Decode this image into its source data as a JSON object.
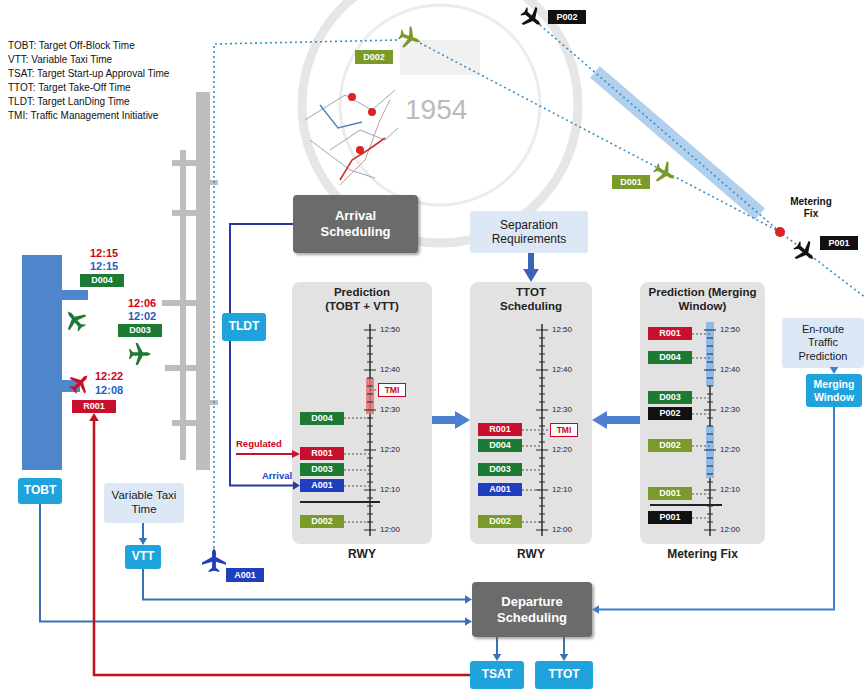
{
  "diagram": {
    "nodes": [
      {
        "text": [
          "P002"
        ]
      },
      {
        "text": [
          "D002"
        ]
      },
      {
        "text": [
          "D001"
        ]
      },
      {
        "text": [
          "P001"
        ]
      },
      {
        "text": [
          "Arrival Scheduling"
        ]
      },
      {
        "text": [
          "Separation Requirements"
        ]
      },
      {
        "text": [
          "D004"
        ]
      },
      {
        "text": [
          "D003"
        ]
      },
      {
        "text": [
          "R001"
        ]
      },
      {
        "text": [
          "TLDT"
        ]
      },
      {
        "text": [
          "Prediction (TOBT + VTT)",
          "RWY"
        ]
      },
      {
        "text": [
          "D004"
        ],
        "in": 10
      },
      {
        "text": [
          "R001"
        ],
        "in": 10
      },
      {
        "text": [
          "D003"
        ],
        "in": 10
      },
      {
        "text": [
          "A001"
        ],
        "in": 10
      },
      {
        "text": [
          "D002"
        ],
        "in": 10
      },
      {
        "text": [
          "TMI"
        ],
        "in": 10
      },
      {
        "text": [
          "TTOT Scheduling",
          "RWY"
        ]
      },
      {
        "text": [
          "R001"
        ],
        "in": 17
      },
      {
        "text": [
          "TMI"
        ],
        "in": 17
      },
      {
        "text": [
          "D004"
        ],
        "in": 17
      },
      {
        "text": [
          "D003"
        ],
        "in": 17
      },
      {
        "text": [
          "A001"
        ],
        "in": 17
      },
      {
        "text": [
          "D002"
        ],
        "in": 17
      },
      {
        "text": [
          "Prediction (Merging Window)",
          "Metering Fix"
        ]
      },
      {
        "text": [
          "R001"
        ],
        "in": 24
      },
      {
        "text": [
          "D004"
        ],
        "in": 24
      },
      {
        "text": [
          "D003"
        ],
        "in": 24
      },
      {
        "text": [
          "P002"
        ],
        "in": 24
      },
      {
        "text": [
          "D002"
        ],
        "in": 24
      },
      {
        "text": [
          "D001"
        ],
        "in": 24
      },
      {
        "text": [
          "P001"
        ],
        "in": 24
      },
      {
        "text": [
          "En-route Traffic Prediction"
        ]
      },
      {
        "text": [
          "Merging Window"
        ]
      },
      {
        "text": [
          "TOBT"
        ]
      },
      {
        "text": [
          "Variable Taxi Time"
        ]
      },
      {
        "text": [
          "VTT"
        ]
      },
      {
        "text": [
          "A001"
        ]
      },
      {
        "text": [
          "Departure Scheduling"
        ]
      },
      {
        "text": [
          "TSAT"
        ]
      },
      {
        "text": [
          "TTOT"
        ]
      }
    ],
    "edges": [
      {
        "from": 4,
        "to": 9,
        "arrow": "none"
      },
      {
        "from": 9,
        "to": 14,
        "arrow": "to"
      },
      {
        "from": 5,
        "to": 17,
        "arrow": "to"
      },
      {
        "from": 10,
        "to": 17,
        "arrow": "to"
      },
      {
        "from": 24,
        "to": 17,
        "arrow": "to"
      },
      {
        "from": 32,
        "to": 33,
        "arrow": "to"
      },
      {
        "from": 33,
        "to": 38,
        "arrow": "to"
      },
      {
        "from": 34,
        "to": 38,
        "arrow": "to"
      },
      {
        "from": 35,
        "to": 36,
        "arrow": "to"
      },
      {
        "from": 36,
        "to": 38,
        "arrow": "to"
      },
      {
        "from": 38,
        "to": 39,
        "arrow": "to"
      },
      {
        "from": 38,
        "to": 40,
        "arrow": "to"
      },
      {
        "from": 39,
        "to": 8,
        "arrow": "to"
      }
    ],
    "labels": [
      "TOBT: Target Off-Block Time",
      "VTT: Variable Taxi Time",
      "TSAT: Target Start-up Approval Time",
      "TTOT: Target Take-Off Time",
      "TLDT: Target LanDing Time",
      "TMI: Traffic Management Initiative",
      "1954",
      "Metering Fix",
      "12:15",
      "12:15",
      "12:06",
      "12:02",
      "12:22",
      "12:08",
      "12:50",
      "12:40",
      "12:30",
      "12:20",
      "12:10",
      "12:00",
      "12:50",
      "12:40",
      "12:30",
      "12:20",
      "12:10",
      "12:00",
      "12:50",
      "12:40",
      "12:30",
      "12:20",
      "12:10",
      "12:00",
      "Regulated",
      "Arrival"
    ]
  }
}
